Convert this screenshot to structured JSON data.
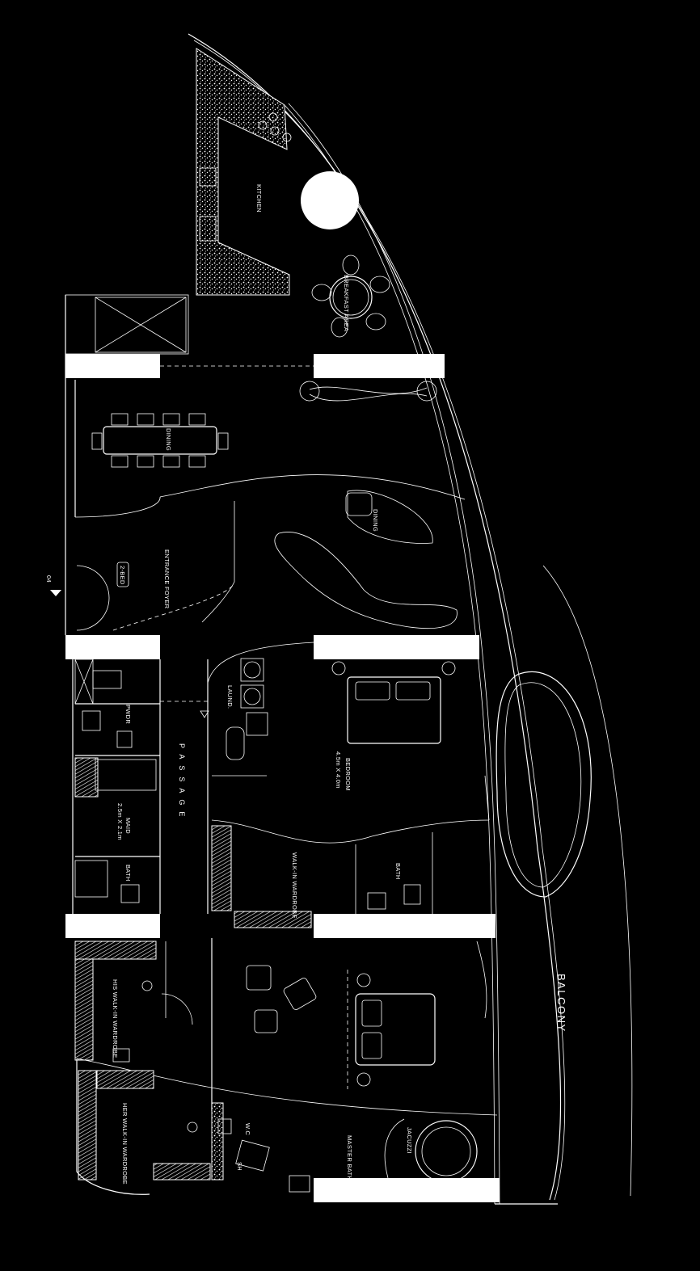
{
  "rooms": {
    "kitchen": "KITCHEN",
    "breakfast": "BREAKFAST AREA",
    "dining_1": "DINING",
    "dining_2": "DINING",
    "foyer": "ENTRANCE FOYER",
    "bed_tag": "2-BED",
    "pwdr": "PWDR",
    "maid": "MAID",
    "maid_size": "2.5m X 2.1m",
    "bath_maid": "BATH",
    "laund": "LAUND.",
    "passage": "PASSAGE",
    "bedroom": "BEDROOM",
    "bedroom_size": "4.5m X 4.0m",
    "walkin": "WALK-IN WARDROBE",
    "bath_bed": "BATH",
    "his": "HIS WALK-IN WARDROBE",
    "her": "HER WALK-IN WARDROBE",
    "wc": "W.C",
    "sh": "SH",
    "master_bath": "MASTER BATH",
    "jacuzzi": "JACUZZI",
    "balcony": "BALCONY"
  },
  "entrance_marker": "04"
}
